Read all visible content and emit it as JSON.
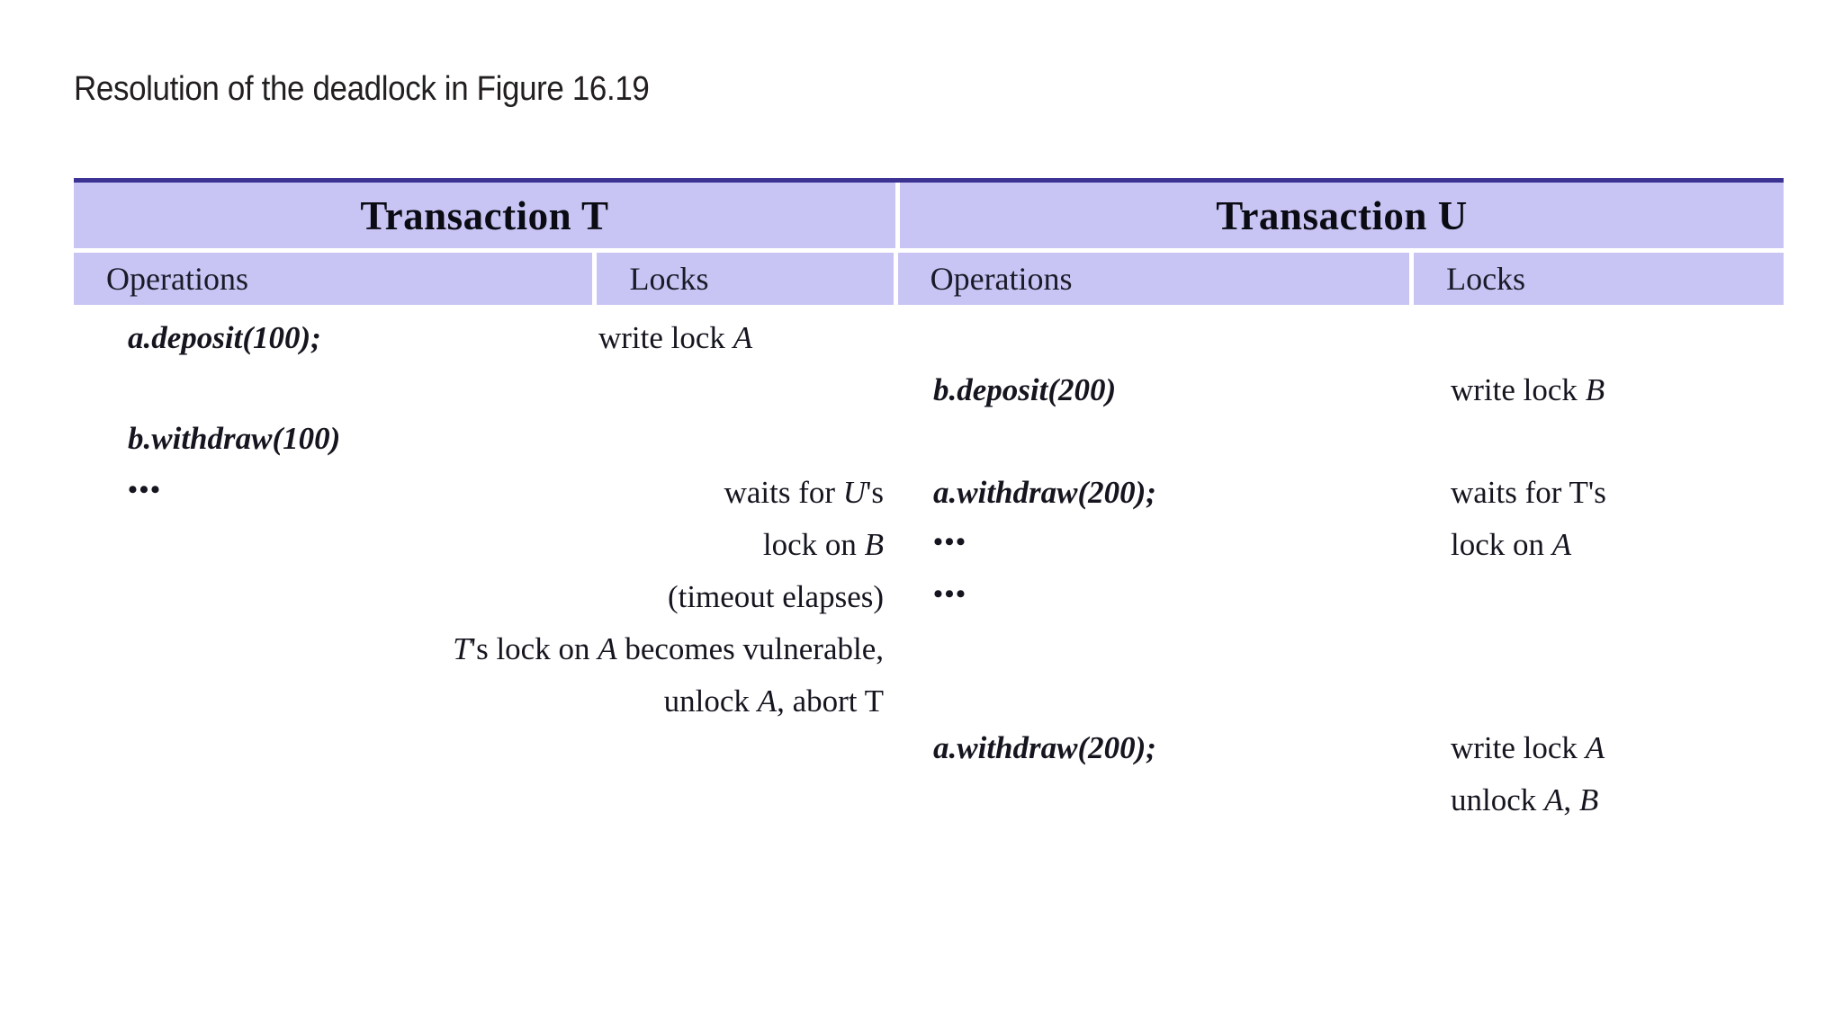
{
  "title": "Resolution of the deadlock in Figure 16.19",
  "colors": {
    "header_fill": "#c8c5f4",
    "header_top_rule": "#3b3293",
    "text": "#15151f",
    "background": "#ffffff"
  },
  "table": {
    "group_headers": [
      {
        "label": "Transaction T"
      },
      {
        "label": "Transaction U"
      }
    ],
    "column_headers": [
      {
        "label": "Operations"
      },
      {
        "label": "Locks"
      },
      {
        "label": "Operations"
      },
      {
        "label": "Locks"
      }
    ],
    "cells": {
      "t_op_1": "a.deposit(100);",
      "t_lock_1": "write lock A",
      "u_op_1": "b.deposit(200)",
      "u_lock_1": "write lock B",
      "t_op_2": "b.withdraw(100)",
      "t_op_3": "•••",
      "t_lock_2": "waits for U's",
      "t_lock_3": "lock on B",
      "t_lock_4": "(timeout elapses)",
      "t_lock_5": "T's lock on A becomes vulnerable,",
      "t_lock_6": "unlock A, abort T",
      "u_op_2": "a.withdraw(200);",
      "u_op_3": "•••",
      "u_op_4": "•••",
      "u_lock_2": "waits for T's",
      "u_lock_3": "lock on A",
      "u_op_5": "a.withdraw(200);",
      "u_lock_4": "write lock A",
      "u_lock_5": "unlock A, B"
    }
  }
}
